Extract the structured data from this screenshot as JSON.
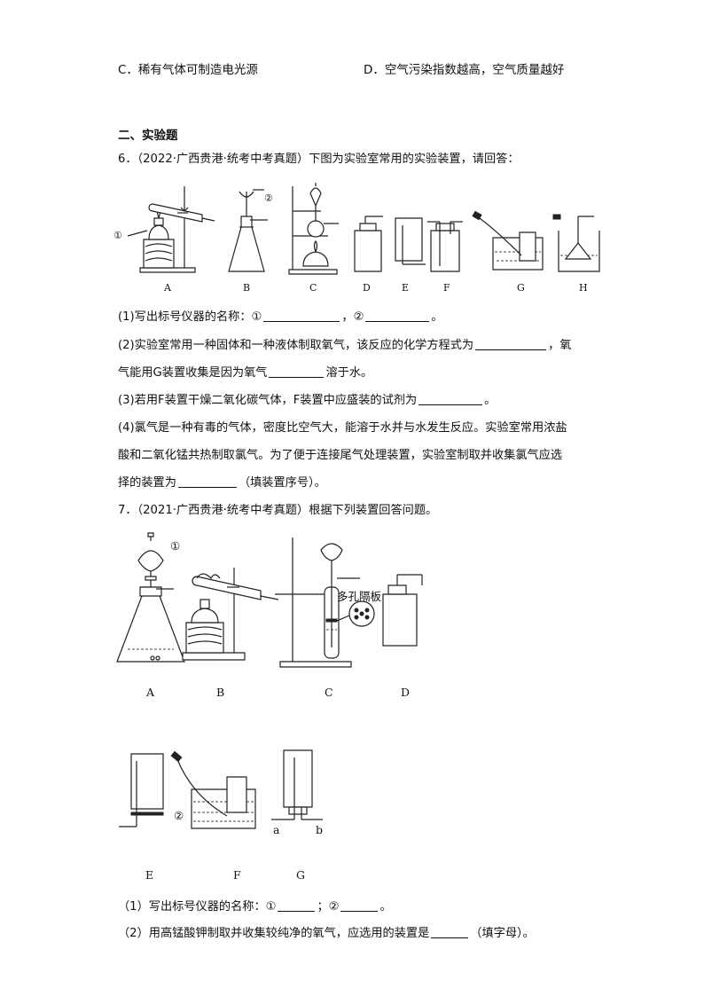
{
  "option_c": "C．稀有气体可制造电光源",
  "option_d": "D．空气污染指数越高，空气质量越好",
  "section_heading": "二、实验题",
  "q6": {
    "stem": "6．（2022·广西贵港·统考中考真题）下图为实验室常用的实验装置，请回答：",
    "apparatus_labels": [
      "A",
      "B",
      "C",
      "D",
      "E",
      "F",
      "G",
      "H"
    ],
    "marker_1": "①",
    "marker_2": "②",
    "p1_a": "(1)写出标号仪器的名称：①",
    "p1_b": "，②",
    "p1_c": "。",
    "p2_a": "(2)实验室常用一种固体和一种液体制取氧气，该反应的化学方程式为",
    "p2_b": "，氧",
    "p2_c": "气能用G装置收集是因为氧气",
    "p2_d": "溶于水。",
    "p3_a": "(3)若用F装置干燥二氧化碳气体，F装置中应盛装的试剂为",
    "p3_b": "。",
    "p4_line1": "(4)氯气是一种有毒的气体，密度比空气大，能溶于水并与水发生反应。实验室常用浓盐",
    "p4_line2": "酸和二氧化锰共热制取氯气。为了便于连接尾气处理装置，实验室制取并收集氯气应选",
    "p4_line3_a": "择的装置为",
    "p4_line3_b": "（填装置序号）。"
  },
  "q7": {
    "stem": "7．（2021·广西贵港·统考中考真题）根据下列装置回答问题。",
    "apparatus_labels_row1": [
      "A",
      "B",
      "C",
      "D"
    ],
    "apparatus_labels_row2": [
      "E",
      "F",
      "G"
    ],
    "marker_1": "①",
    "marker_2": "②",
    "porous_plate_label": "多孔隔板",
    "port_a": "a",
    "port_b": "b",
    "p1_a": "（1）写出标号仪器的名称：①",
    "p1_b": "；②",
    "p1_c": "。",
    "p2_a": "（2）用高锰酸钾制取并收集较纯净的氧气，应选用的装置是",
    "p2_b": "（填字母）。"
  }
}
